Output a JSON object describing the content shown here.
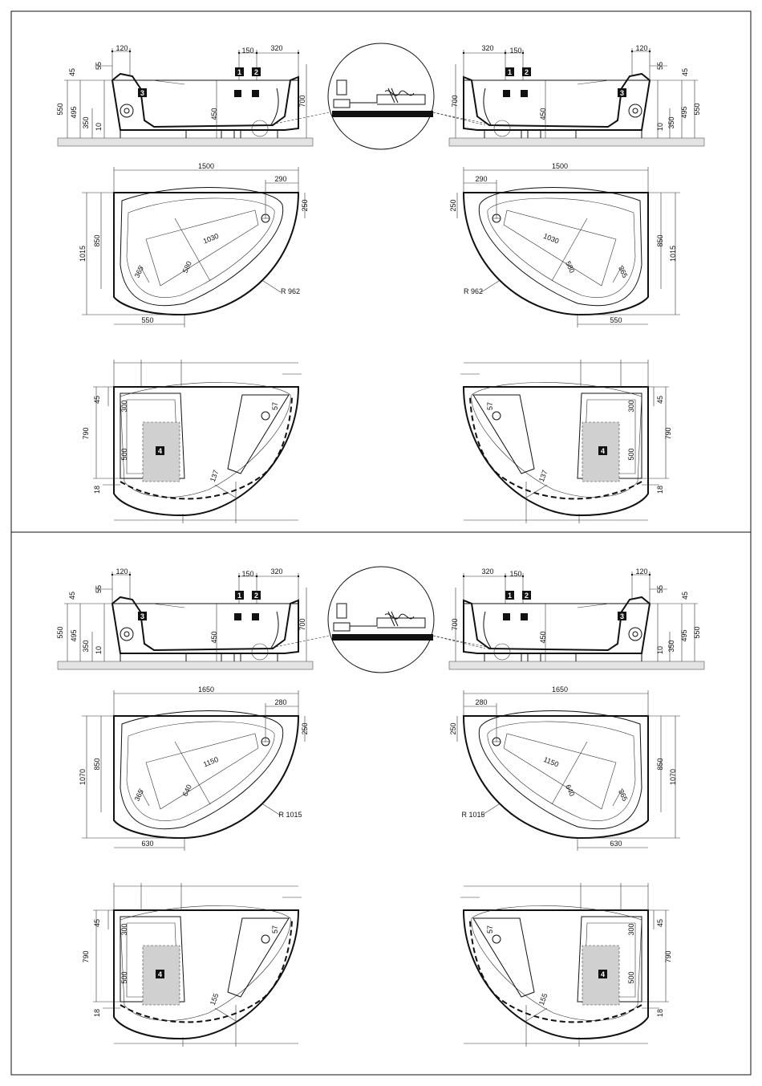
{
  "sections": [
    {
      "elevation": {
        "left": [
          "120",
          "150",
          "320",
          "45",
          "55",
          "550",
          "495",
          "350",
          "10",
          "450",
          "700"
        ],
        "right": [
          "320",
          "150",
          "120",
          "700",
          "450",
          "55",
          "45",
          "10",
          "350",
          "495",
          "550"
        ]
      },
      "plan": {
        "length": "1500",
        "width": "1015",
        "inner_width": "850",
        "drain_offset_x": "290",
        "drain_offset_y": "250",
        "inner_length": "1030",
        "inner_width_diag": "580",
        "headrest": "365",
        "radius": "R 962",
        "corner_offset": "550"
      },
      "frame": {
        "d45": "45",
        "d300": "300",
        "d790": "790",
        "d500": "500",
        "d18": "18",
        "d57": "57",
        "d137": "137"
      }
    },
    {
      "elevation": {
        "left": [
          "120",
          "150",
          "320",
          "45",
          "55",
          "550",
          "495",
          "350",
          "10",
          "450",
          "700"
        ],
        "right": [
          "320",
          "150",
          "120",
          "700",
          "450",
          "55",
          "45",
          "10",
          "350",
          "495",
          "550"
        ]
      },
      "plan": {
        "length": "1650",
        "width": "1070",
        "inner_width": "850",
        "drain_offset_x": "280",
        "drain_offset_y": "250",
        "inner_length": "1150",
        "inner_width_diag": "640",
        "headrest": "365",
        "radius": "R 1015",
        "corner_offset": "630"
      },
      "frame": {
        "d45": "45",
        "d300": "300",
        "d790": "790",
        "d500": "500",
        "d18": "18",
        "d57": "57",
        "d137": "155"
      }
    }
  ],
  "badges": [
    "1",
    "2",
    "3",
    "4"
  ],
  "icons": [
    "drain-detail-icon"
  ]
}
